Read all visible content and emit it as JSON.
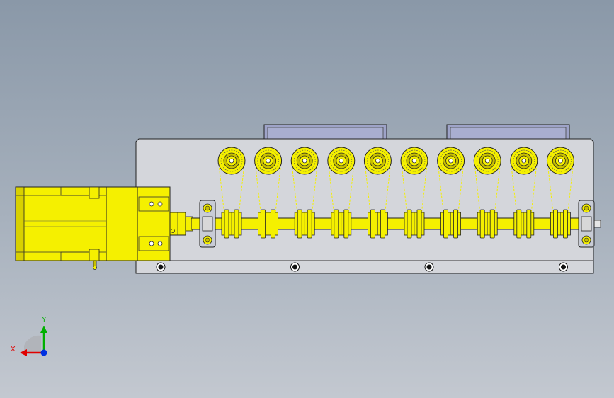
{
  "viewport": {
    "background_top": "#8a98a8",
    "background_bottom": "#c3c8d0"
  },
  "model": {
    "plate_color": "#d4d6db",
    "part_color": "#f5f000",
    "part_dark": "#c8c000",
    "slot_color": "#9ea3c8",
    "edge_color": "#222222",
    "pulley_count": 10,
    "bolt_count": 4
  },
  "triad": {
    "x_label": "X",
    "y_label": "Y",
    "x_color": "#e00000",
    "y_color": "#00b000",
    "z_color": "#0030e0"
  }
}
